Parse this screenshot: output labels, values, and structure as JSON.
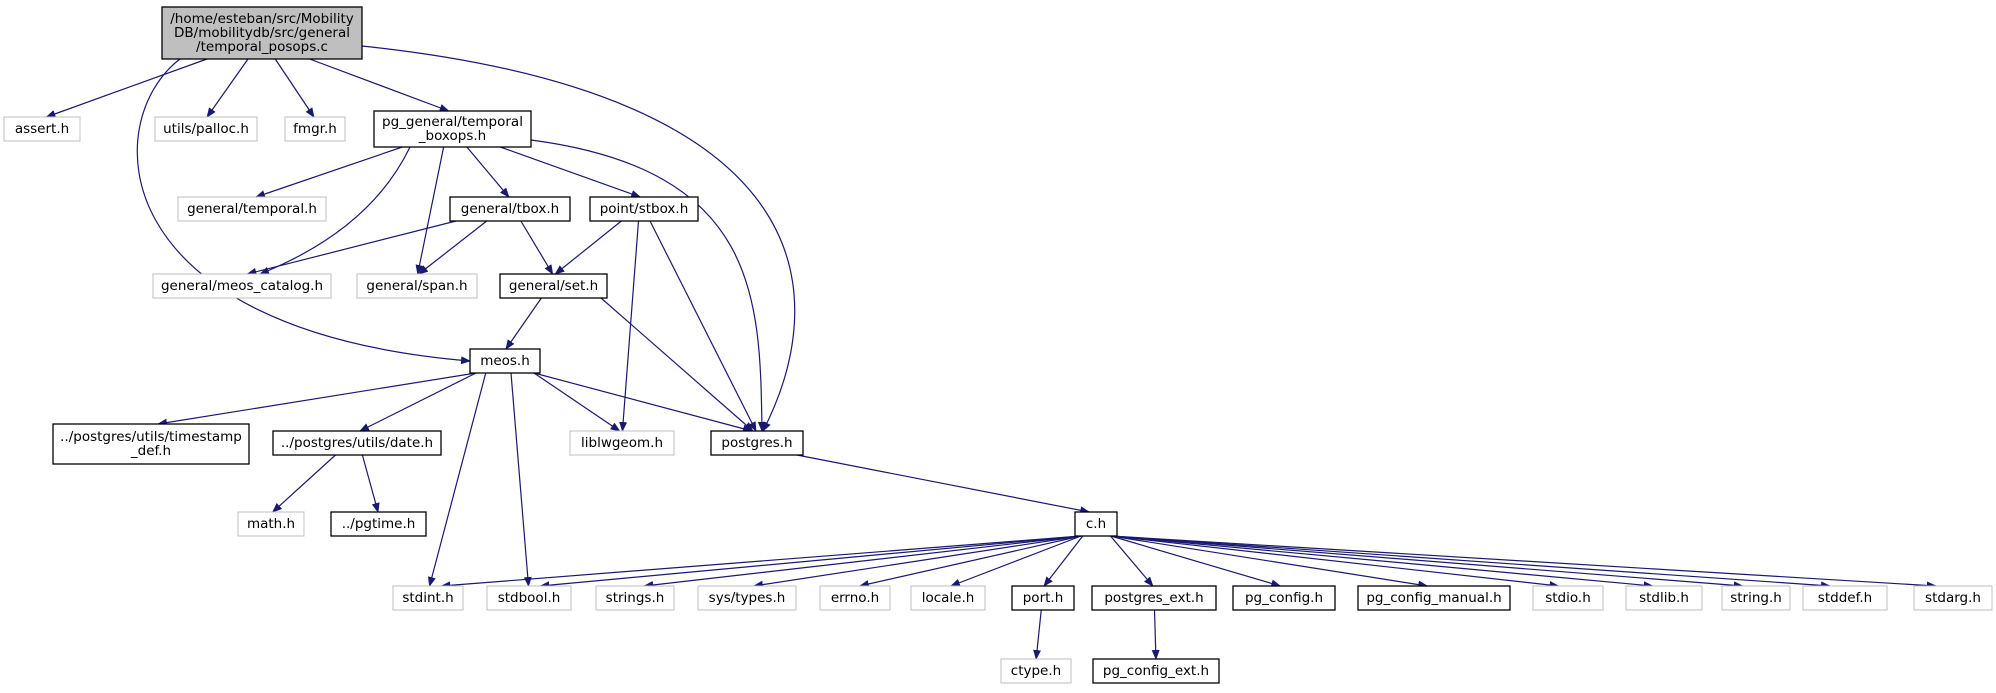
{
  "title": "/home/esteban/src/MobilityDB/mobilitydb/src/general/temporal_posops.c",
  "colors": {
    "root_fill": "#bfbfbf",
    "edge": "#191970",
    "documented_border": "#000000",
    "external_border": "#bfbfbf",
    "text": "#000000"
  },
  "nodes": [
    {
      "id": "root",
      "lines": [
        "/home/esteban/src/Mobility",
        "DB/mobilitydb/src/general",
        "/temporal_posops.c"
      ],
      "style": "root"
    },
    {
      "id": "assert",
      "lines": [
        "assert.h"
      ],
      "style": "external"
    },
    {
      "id": "palloc",
      "lines": [
        "utils/palloc.h"
      ],
      "style": "external"
    },
    {
      "id": "fmgr",
      "lines": [
        "fmgr.h"
      ],
      "style": "external"
    },
    {
      "id": "boxops",
      "lines": [
        "pg_general/temporal",
        "_boxops.h"
      ],
      "style": "documented"
    },
    {
      "id": "temporal",
      "lines": [
        "general/temporal.h"
      ],
      "style": "external"
    },
    {
      "id": "tbox",
      "lines": [
        "general/tbox.h"
      ],
      "style": "documented"
    },
    {
      "id": "stbox",
      "lines": [
        "point/stbox.h"
      ],
      "style": "documented"
    },
    {
      "id": "catalog",
      "lines": [
        "general/meos_catalog.h"
      ],
      "style": "external"
    },
    {
      "id": "span",
      "lines": [
        "general/span.h"
      ],
      "style": "external"
    },
    {
      "id": "set",
      "lines": [
        "general/set.h"
      ],
      "style": "documented"
    },
    {
      "id": "meos",
      "lines": [
        "meos.h"
      ],
      "style": "documented"
    },
    {
      "id": "tsdef",
      "lines": [
        "../postgres/utils/timestamp",
        "_def.h"
      ],
      "style": "documented"
    },
    {
      "id": "date",
      "lines": [
        "../postgres/utils/date.h"
      ],
      "style": "documented"
    },
    {
      "id": "lwgeom",
      "lines": [
        "liblwgeom.h"
      ],
      "style": "external"
    },
    {
      "id": "postgres",
      "lines": [
        "postgres.h"
      ],
      "style": "documented"
    },
    {
      "id": "math",
      "lines": [
        "math.h"
      ],
      "style": "external"
    },
    {
      "id": "pgtime",
      "lines": [
        "../pgtime.h"
      ],
      "style": "documented"
    },
    {
      "id": "ch",
      "lines": [
        "c.h"
      ],
      "style": "documented"
    },
    {
      "id": "stdint",
      "lines": [
        "stdint.h"
      ],
      "style": "external"
    },
    {
      "id": "stdbool",
      "lines": [
        "stdbool.h"
      ],
      "style": "external"
    },
    {
      "id": "strings",
      "lines": [
        "strings.h"
      ],
      "style": "external"
    },
    {
      "id": "systypes",
      "lines": [
        "sys/types.h"
      ],
      "style": "external"
    },
    {
      "id": "errno",
      "lines": [
        "errno.h"
      ],
      "style": "external"
    },
    {
      "id": "locale",
      "lines": [
        "locale.h"
      ],
      "style": "external"
    },
    {
      "id": "port",
      "lines": [
        "port.h"
      ],
      "style": "documented"
    },
    {
      "id": "pgext",
      "lines": [
        "postgres_ext.h"
      ],
      "style": "documented"
    },
    {
      "id": "pgconfig",
      "lines": [
        "pg_config.h"
      ],
      "style": "documented"
    },
    {
      "id": "pgmanual",
      "lines": [
        "pg_config_manual.h"
      ],
      "style": "documented"
    },
    {
      "id": "stdio",
      "lines": [
        "stdio.h"
      ],
      "style": "external"
    },
    {
      "id": "stdlib",
      "lines": [
        "stdlib.h"
      ],
      "style": "external"
    },
    {
      "id": "string",
      "lines": [
        "string.h"
      ],
      "style": "external"
    },
    {
      "id": "stddef",
      "lines": [
        "stddef.h"
      ],
      "style": "external"
    },
    {
      "id": "stdarg",
      "lines": [
        "stdarg.h"
      ],
      "style": "external"
    },
    {
      "id": "ctype",
      "lines": [
        "ctype.h"
      ],
      "style": "external"
    },
    {
      "id": "pgcfgext",
      "lines": [
        "pg_config_ext.h"
      ],
      "style": "documented"
    }
  ],
  "edges": [
    [
      "root",
      "assert"
    ],
    [
      "root",
      "palloc"
    ],
    [
      "root",
      "fmgr"
    ],
    [
      "root",
      "boxops"
    ],
    [
      "root",
      "meos"
    ],
    [
      "root",
      "postgres"
    ],
    [
      "boxops",
      "temporal"
    ],
    [
      "boxops",
      "catalog"
    ],
    [
      "boxops",
      "tbox"
    ],
    [
      "boxops",
      "span"
    ],
    [
      "boxops",
      "stbox"
    ],
    [
      "boxops",
      "postgres"
    ],
    [
      "tbox",
      "catalog"
    ],
    [
      "tbox",
      "span"
    ],
    [
      "tbox",
      "set"
    ],
    [
      "stbox",
      "set"
    ],
    [
      "stbox",
      "lwgeom"
    ],
    [
      "stbox",
      "postgres"
    ],
    [
      "set",
      "meos"
    ],
    [
      "set",
      "postgres"
    ],
    [
      "meos",
      "tsdef"
    ],
    [
      "meos",
      "date"
    ],
    [
      "meos",
      "lwgeom"
    ],
    [
      "meos",
      "postgres"
    ],
    [
      "meos",
      "stdint"
    ],
    [
      "meos",
      "stdbool"
    ],
    [
      "date",
      "math"
    ],
    [
      "date",
      "pgtime"
    ],
    [
      "postgres",
      "ch"
    ],
    [
      "ch",
      "stdint"
    ],
    [
      "ch",
      "stdbool"
    ],
    [
      "ch",
      "strings"
    ],
    [
      "ch",
      "systypes"
    ],
    [
      "ch",
      "errno"
    ],
    [
      "ch",
      "locale"
    ],
    [
      "ch",
      "port"
    ],
    [
      "ch",
      "pgext"
    ],
    [
      "ch",
      "pgconfig"
    ],
    [
      "ch",
      "pgmanual"
    ],
    [
      "ch",
      "stdio"
    ],
    [
      "ch",
      "stdlib"
    ],
    [
      "ch",
      "string"
    ],
    [
      "ch",
      "stddef"
    ],
    [
      "ch",
      "stdarg"
    ],
    [
      "port",
      "ctype"
    ],
    [
      "pgext",
      "pgcfgext"
    ]
  ]
}
